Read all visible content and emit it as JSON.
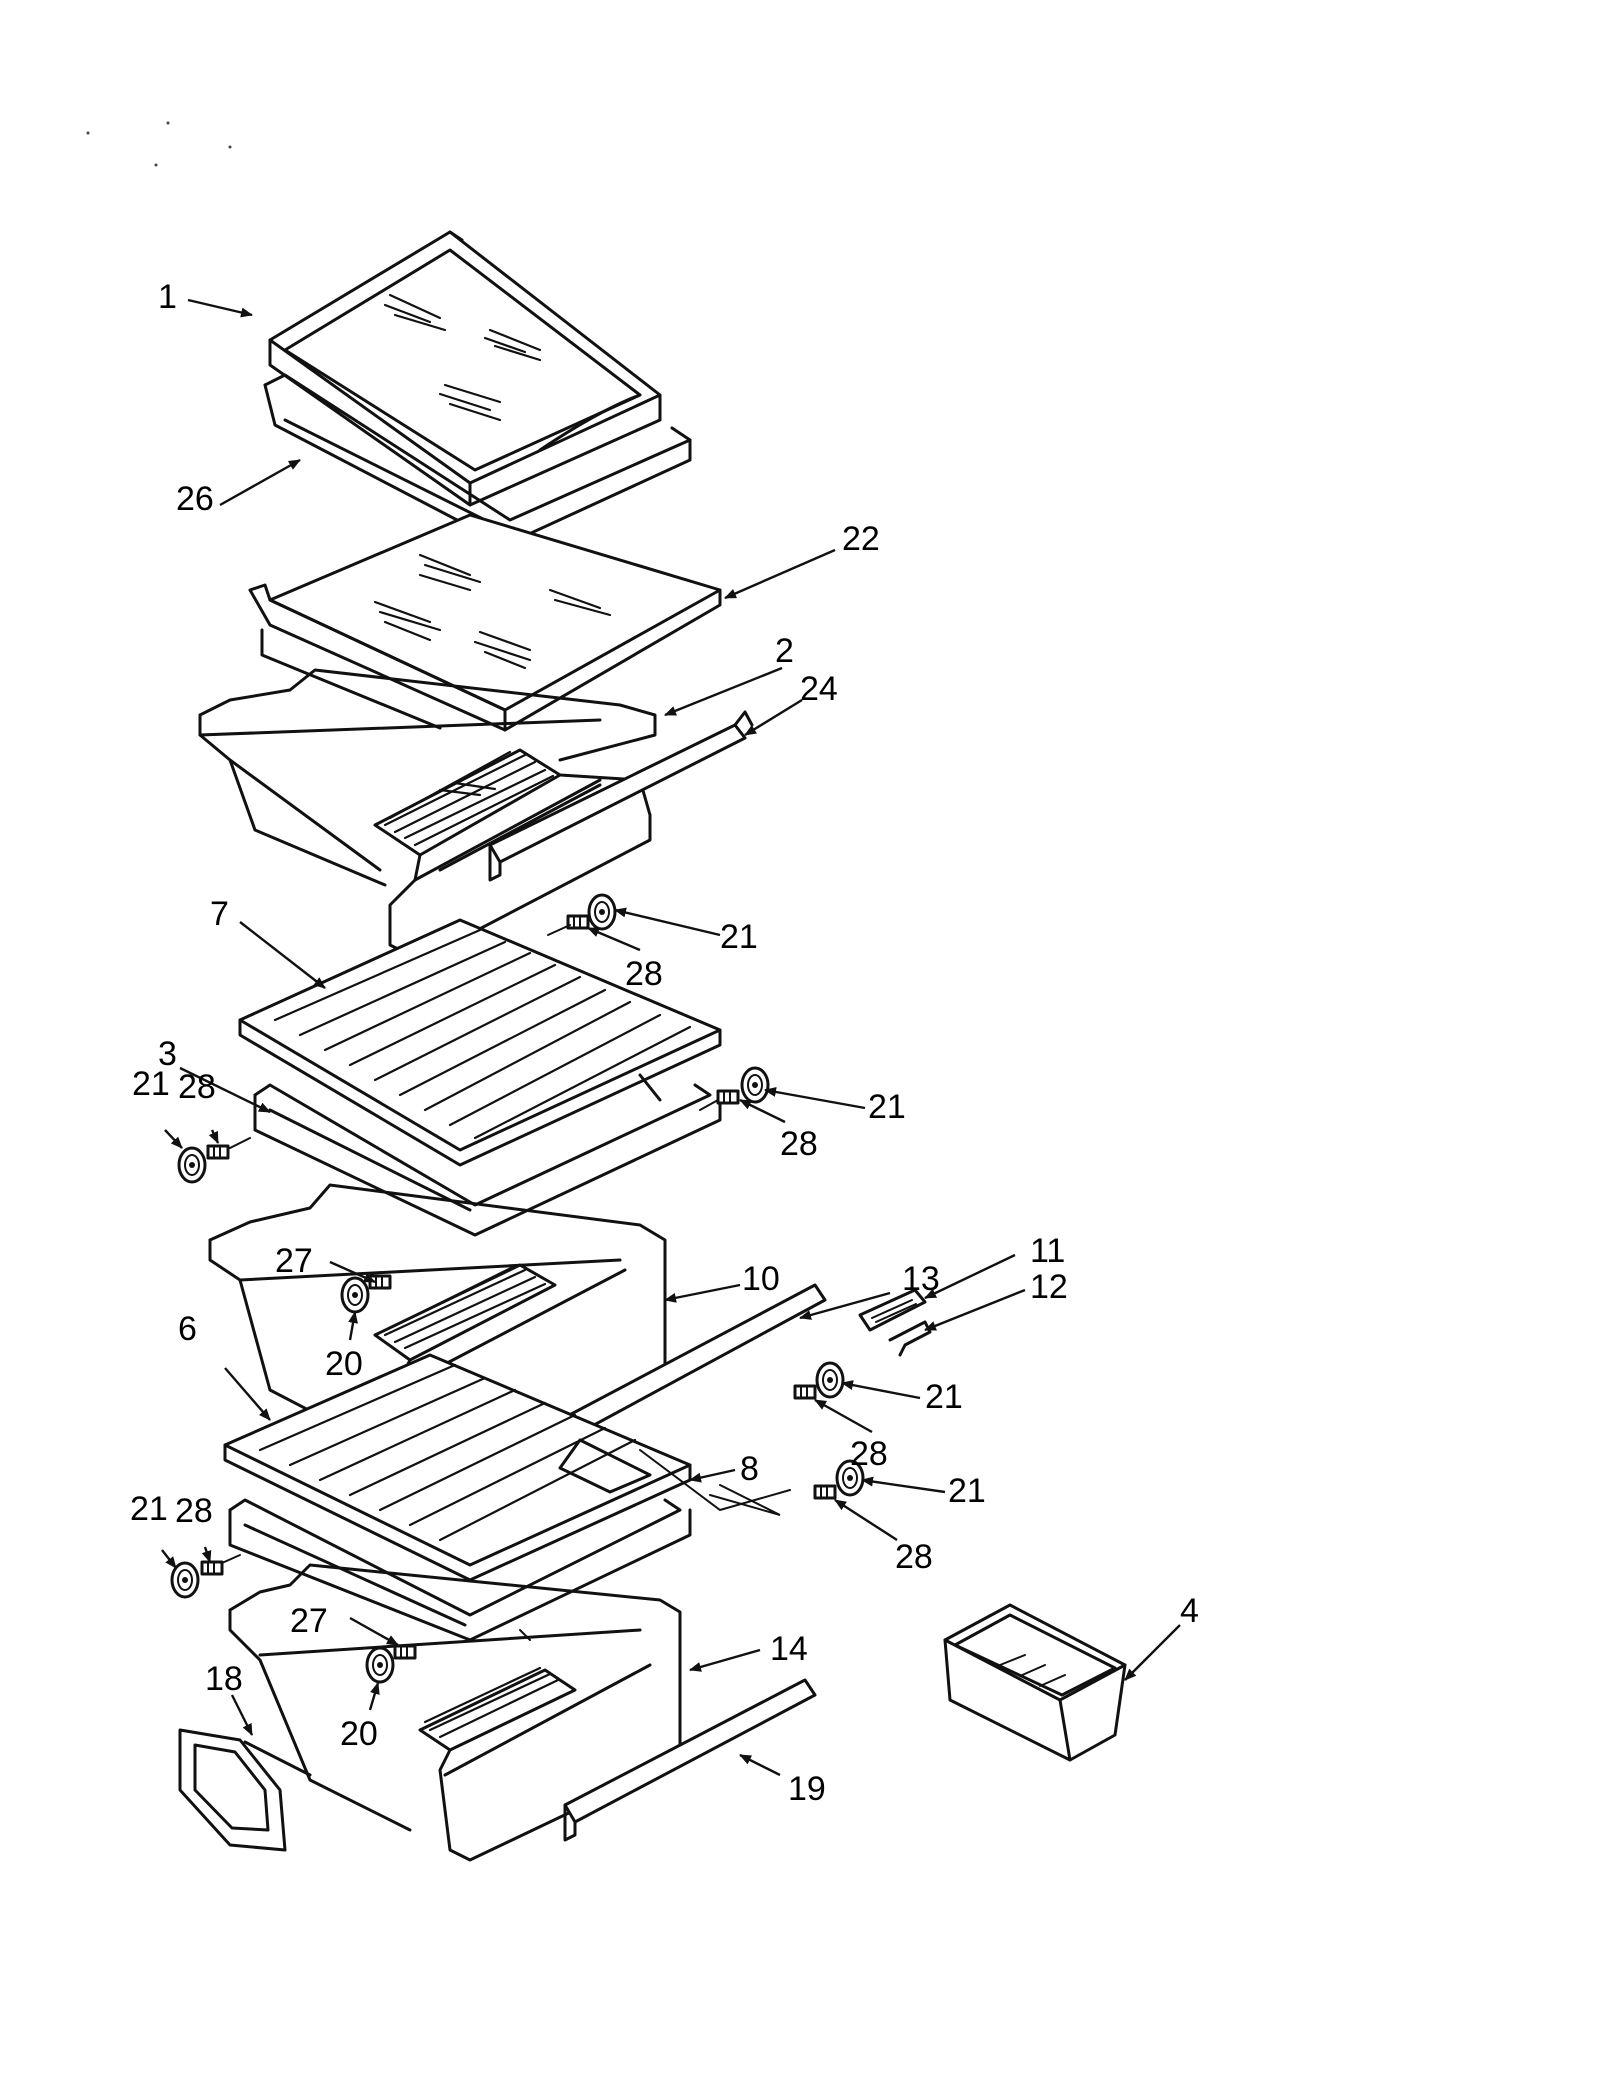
{
  "callouts": {
    "c1": "1",
    "c26": "26",
    "c22": "22",
    "c2": "2",
    "c24": "24",
    "c7": "7",
    "c3": "3",
    "c21a": "21",
    "c28a": "28",
    "c21b": "21",
    "c28b": "28",
    "c21c": "21",
    "c28c": "28",
    "c27a": "27",
    "c20a": "20",
    "c10": "10",
    "c13": "13",
    "c11": "11",
    "c12": "12",
    "c6": "6",
    "c21d": "21",
    "c28d": "28",
    "c8": "8",
    "c21e": "21",
    "c28e": "28",
    "c21f": "21",
    "c28f": "28",
    "c27b": "27",
    "c20b": "20",
    "c14": "14",
    "c4": "4",
    "c18": "18",
    "c19": "19"
  },
  "icons": {
    "arrow": "arrowhead",
    "fastener": "roller-wheel"
  }
}
